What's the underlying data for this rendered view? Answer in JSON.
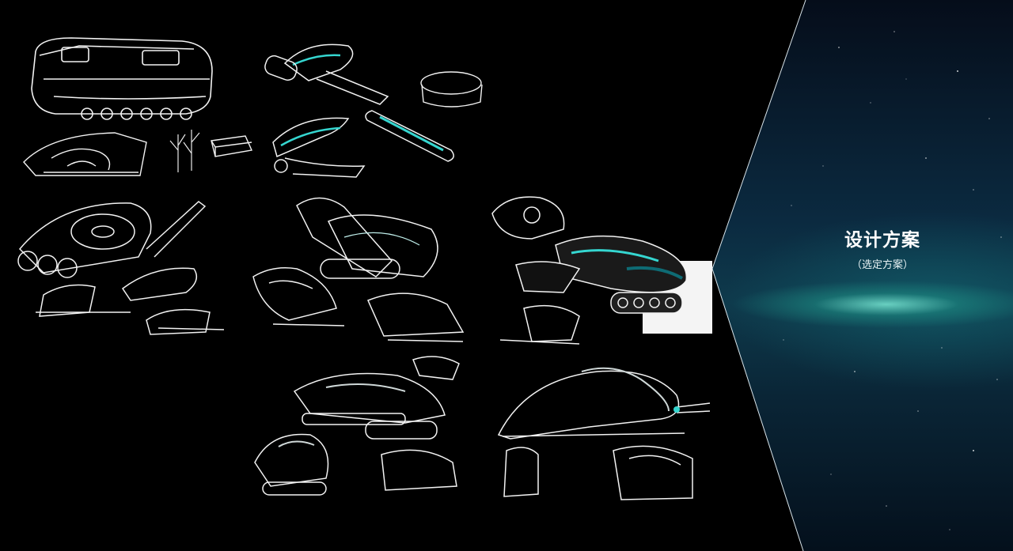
{
  "slide": {
    "title": "设计方案",
    "subtitle": "（选定方案）"
  },
  "colors": {
    "background": "#000000",
    "sketch_line": "#f2f2f2",
    "accent_cyan": "#35d6d0",
    "panel_glow": "#6fe3cf"
  },
  "sketches": [
    {
      "name": "tracked-cabin-vehicle-sketch"
    },
    {
      "name": "cabin-interior-sketch"
    },
    {
      "name": "tree-sketch"
    },
    {
      "name": "small-block-sketch"
    },
    {
      "name": "arm-track-vehicle-sketch"
    },
    {
      "name": "round-pod-sketch"
    },
    {
      "name": "pod-track-sketch"
    },
    {
      "name": "egg-pod-vehicle-sketch"
    },
    {
      "name": "wedge-pod-cluster-sketch"
    },
    {
      "name": "selected-pod-rendering"
    },
    {
      "name": "tracked-pod-variants-sketch"
    },
    {
      "name": "final-pod-vehicle-sketch"
    }
  ]
}
